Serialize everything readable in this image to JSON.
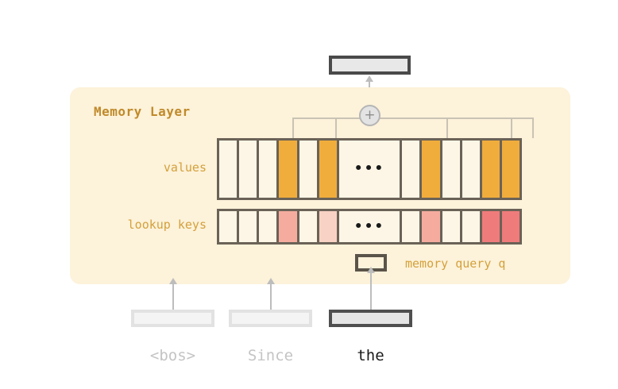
{
  "panel": {
    "title": "Memory Layer",
    "rows": [
      {
        "name": "values",
        "label": "values"
      },
      {
        "name": "lookup-keys",
        "label": "lookup keys"
      }
    ]
  },
  "values_row": {
    "cells": [
      {
        "type": "cell",
        "highlight": null
      },
      {
        "type": "cell",
        "highlight": null
      },
      {
        "type": "cell",
        "highlight": null
      },
      {
        "type": "cell",
        "highlight": "strong"
      },
      {
        "type": "cell",
        "highlight": null
      },
      {
        "type": "cell",
        "highlight": "strong"
      },
      {
        "type": "gap",
        "text": "•••"
      },
      {
        "type": "cell",
        "highlight": null
      },
      {
        "type": "cell",
        "highlight": "strong"
      },
      {
        "type": "cell",
        "highlight": null
      },
      {
        "type": "cell",
        "highlight": null
      },
      {
        "type": "cell",
        "highlight": "strong"
      },
      {
        "type": "cell",
        "highlight": "strong"
      }
    ]
  },
  "keys_row": {
    "cells": [
      {
        "type": "cell",
        "highlight": null
      },
      {
        "type": "cell",
        "highlight": null
      },
      {
        "type": "cell",
        "highlight": null
      },
      {
        "type": "cell",
        "highlight": "medium"
      },
      {
        "type": "cell",
        "highlight": null
      },
      {
        "type": "cell",
        "highlight": "light"
      },
      {
        "type": "gap",
        "text": "•••"
      },
      {
        "type": "cell",
        "highlight": null
      },
      {
        "type": "cell",
        "highlight": "medium"
      },
      {
        "type": "cell",
        "highlight": null
      },
      {
        "type": "cell",
        "highlight": null
      },
      {
        "type": "cell",
        "highlight": "strong"
      },
      {
        "type": "cell",
        "highlight": "strong"
      }
    ]
  },
  "query": {
    "label": "memory query q"
  },
  "sum_node": {
    "symbol": "+"
  },
  "tokens": [
    {
      "label": "<bos>",
      "state": "faded"
    },
    {
      "label": "Since",
      "state": "faded"
    },
    {
      "label": "the",
      "state": "active"
    }
  ],
  "colors": {
    "panel_bg": "#fdf2da",
    "title": "#c08a2a",
    "row_label": "#d3a13c",
    "cell_bg": "#fdf6e6",
    "cell_border": "#6b6257",
    "value_highlight": "#f0ad3c",
    "key_light": "#f8d2c4",
    "key_medium": "#f5ac9f",
    "key_strong": "#f07b7b",
    "connector": "#c9c3b4",
    "arrow": "#bdbdbd",
    "token_active_border": "#4f4f4f",
    "token_faded_border": "#e2e2e2"
  }
}
